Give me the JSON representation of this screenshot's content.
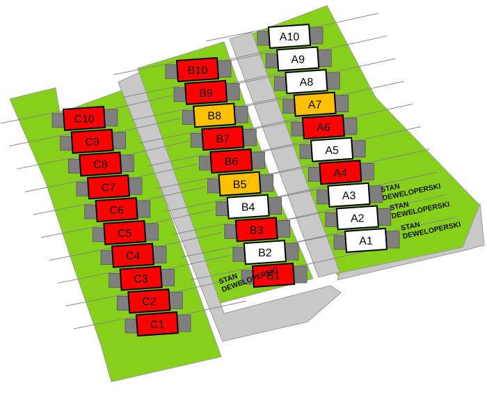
{
  "colors": {
    "background": "#ffffff",
    "plot_green": "#86cf1a",
    "road_gray": "#c8c8c8",
    "garage_gray": "#7f7f7f",
    "sold": "#ff0000",
    "reserved": "#ffc000",
    "available": "#ffffff",
    "outline": "#000000"
  },
  "status_note": "STAN DEWELOPERSKI",
  "rows": {
    "C": [
      {
        "label": "C10",
        "status": "sold"
      },
      {
        "label": "C9",
        "status": "sold"
      },
      {
        "label": "C8",
        "status": "sold"
      },
      {
        "label": "C7",
        "status": "sold"
      },
      {
        "label": "C6",
        "status": "sold"
      },
      {
        "label": "C5",
        "status": "sold"
      },
      {
        "label": "C4",
        "status": "sold"
      },
      {
        "label": "C3",
        "status": "sold"
      },
      {
        "label": "C2",
        "status": "sold"
      },
      {
        "label": "C1",
        "status": "sold"
      }
    ],
    "B": [
      {
        "label": "B10",
        "status": "sold"
      },
      {
        "label": "B9",
        "status": "sold"
      },
      {
        "label": "B8",
        "status": "reserved"
      },
      {
        "label": "B7",
        "status": "sold"
      },
      {
        "label": "B6",
        "status": "sold"
      },
      {
        "label": "B5",
        "status": "reserved"
      },
      {
        "label": "B4",
        "status": "available"
      },
      {
        "label": "B3",
        "status": "sold"
      },
      {
        "label": "B2",
        "status": "available"
      },
      {
        "label": "B1",
        "status": "sold"
      }
    ],
    "A": [
      {
        "label": "A10",
        "status": "available"
      },
      {
        "label": "A9",
        "status": "available"
      },
      {
        "label": "A8",
        "status": "available"
      },
      {
        "label": "A7",
        "status": "reserved"
      },
      {
        "label": "A6",
        "status": "sold"
      },
      {
        "label": "A5",
        "status": "available"
      },
      {
        "label": "A4",
        "status": "sold"
      },
      {
        "label": "A3",
        "status": "available"
      },
      {
        "label": "A2",
        "status": "available"
      },
      {
        "label": "A1",
        "status": "available"
      }
    ]
  }
}
